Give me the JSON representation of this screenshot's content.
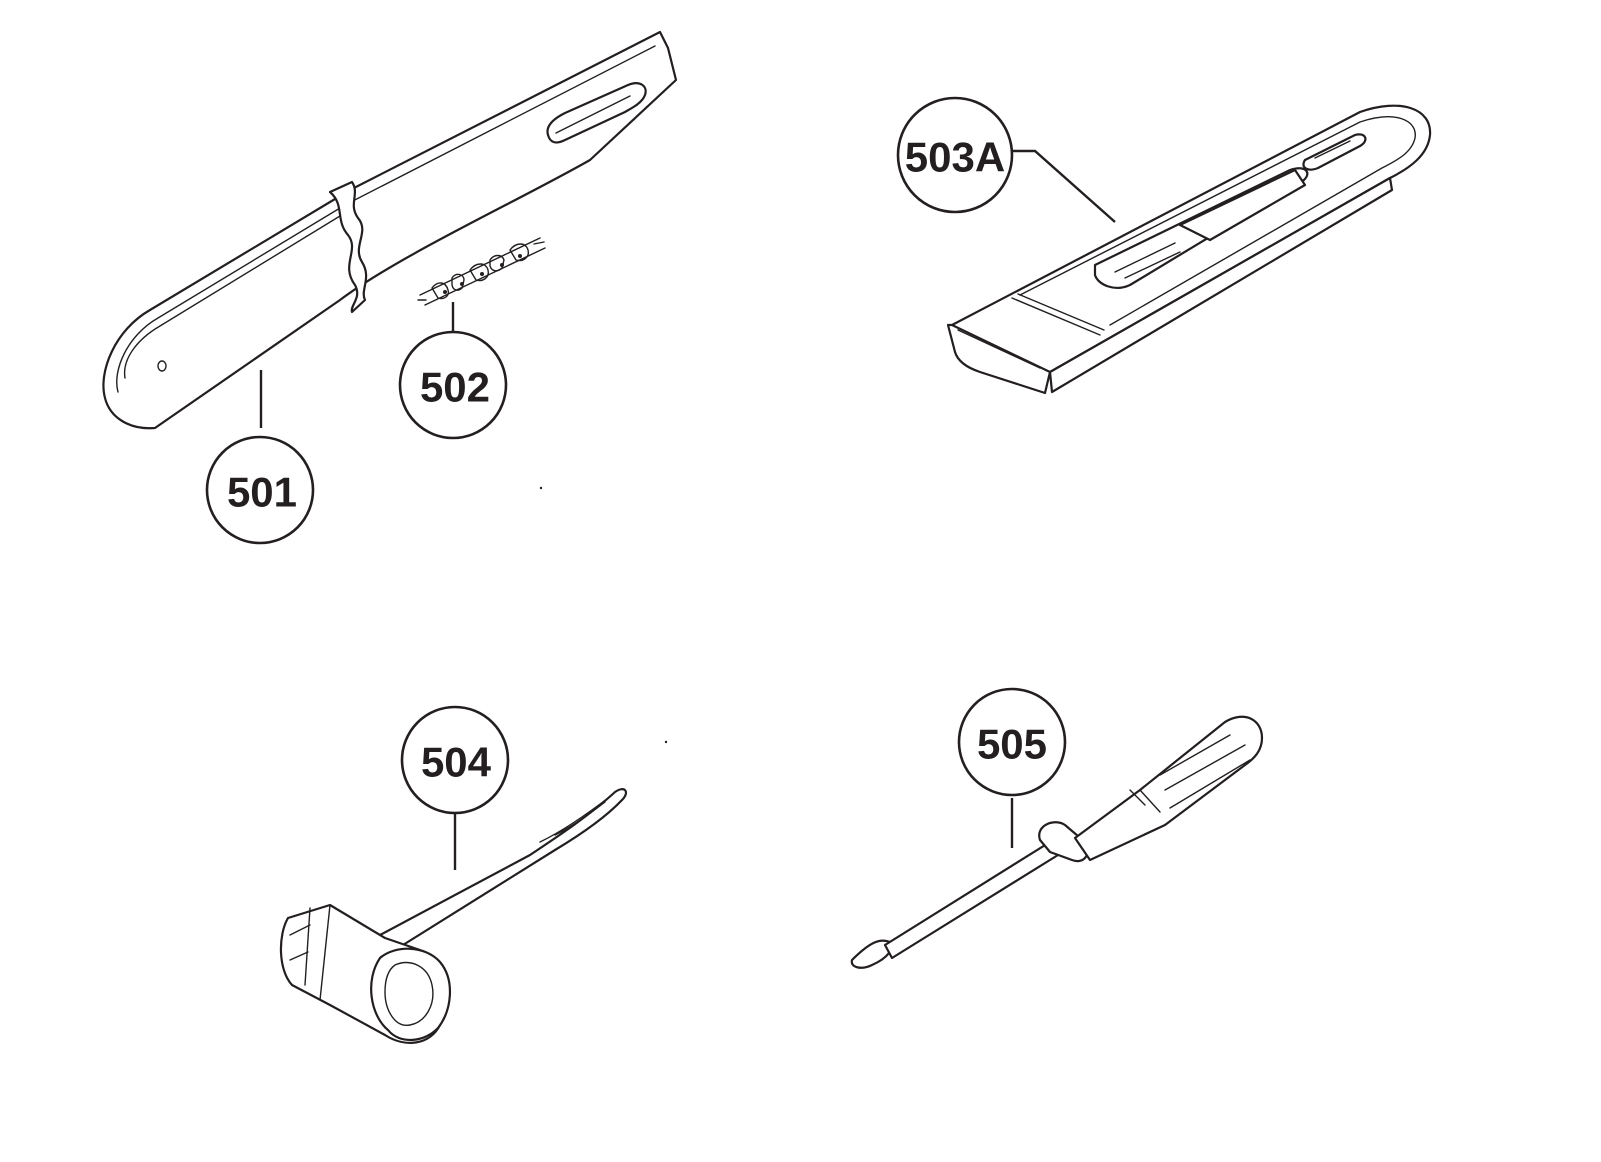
{
  "diagram": {
    "background": "#ffffff",
    "ink_color": "#231f20",
    "parts": [
      {
        "id": "guide-bar",
        "callout": "501"
      },
      {
        "id": "saw-chain",
        "callout": "502"
      },
      {
        "id": "bar-cover",
        "callout": "503A"
      },
      {
        "id": "combination-wrench",
        "callout": "504"
      },
      {
        "id": "screwdriver",
        "callout": "505"
      }
    ]
  }
}
